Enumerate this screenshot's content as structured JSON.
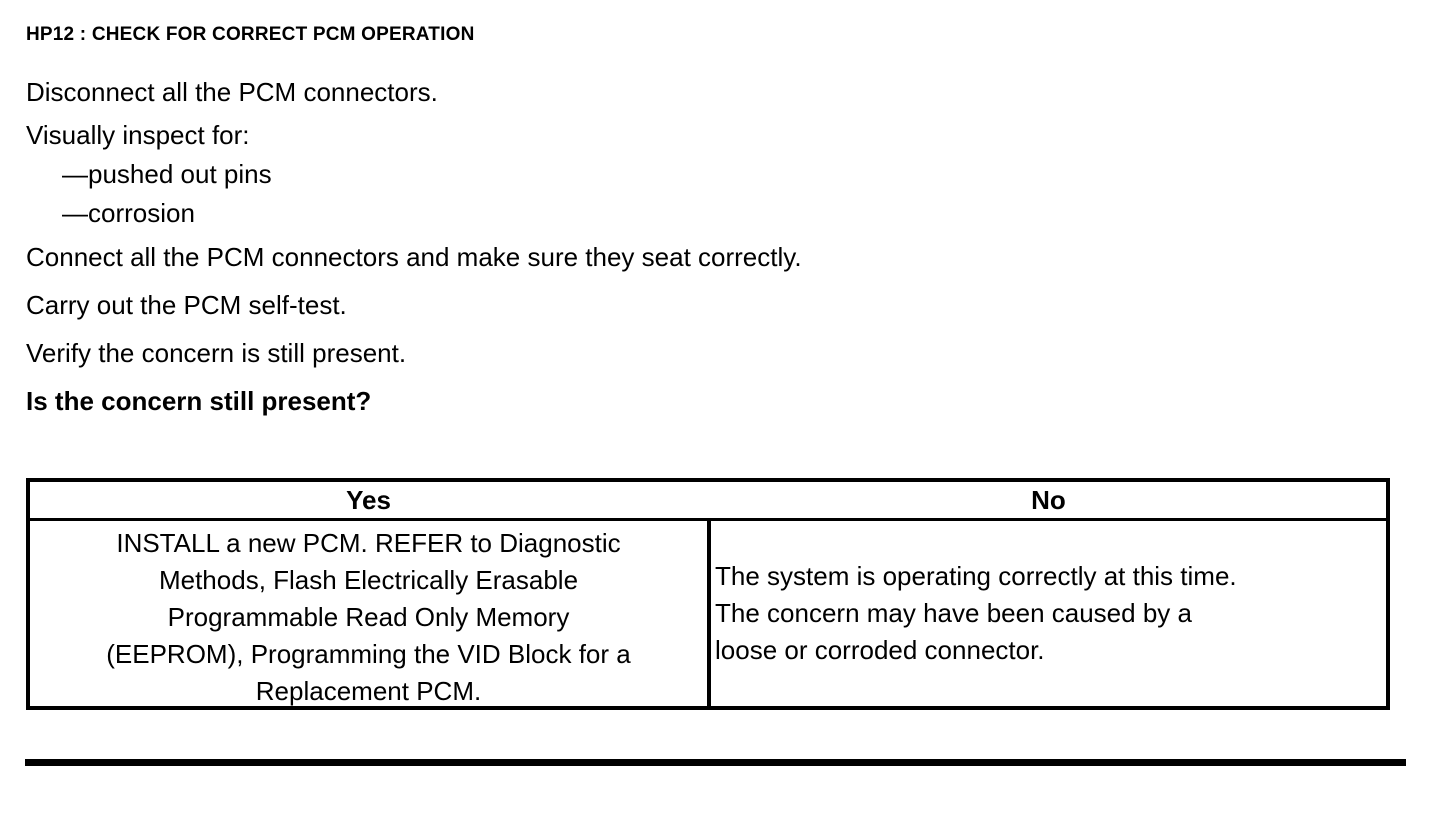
{
  "document": {
    "step_heading": "HP12 : CHECK FOR CORRECT PCM OPERATION",
    "instructions": [
      {
        "text": "Disconnect all the PCM connectors.",
        "style": "normal"
      },
      {
        "text": "Visually inspect for:",
        "style": "normal"
      },
      {
        "text": "—pushed out pins",
        "style": "sub"
      },
      {
        "text": "—corrosion",
        "style": "sub"
      },
      {
        "text": "Connect all the PCM connectors and make sure they seat correctly.",
        "style": "normal"
      },
      {
        "text": "Carry out the PCM self-test.",
        "style": "normal"
      },
      {
        "text": "Verify the concern is still present.",
        "style": "normal"
      },
      {
        "text": "Is the concern still present?",
        "style": "bold"
      }
    ],
    "decision_table": {
      "headers": {
        "yes": "Yes",
        "no": "No"
      },
      "yes_cell": {
        "lines": [
          "INSTALL a new PCM. REFER to Diagnostic",
          "Methods, Flash Electrically Erasable",
          "Programmable Read Only Memory",
          "(EEPROM), Programming the VID Block for a",
          "Replacement PCM."
        ],
        "full_text": "INSTALL a new PCM. REFER to Diagnostic Methods, Flash Electrically Erasable Programmable Read Only Memory (EEPROM), Programming the VID Block for a Replacement PCM."
      },
      "no_cell": {
        "lines": [
          "The system is operating correctly at this time.",
          "The concern may have been caused by a",
          "loose or corroded connector."
        ],
        "full_text": "The system is operating correctly at this time. The concern may have been caused by a loose or corroded connector."
      }
    }
  },
  "colors": {
    "ink": "#000000",
    "paper": "#ffffff"
  }
}
